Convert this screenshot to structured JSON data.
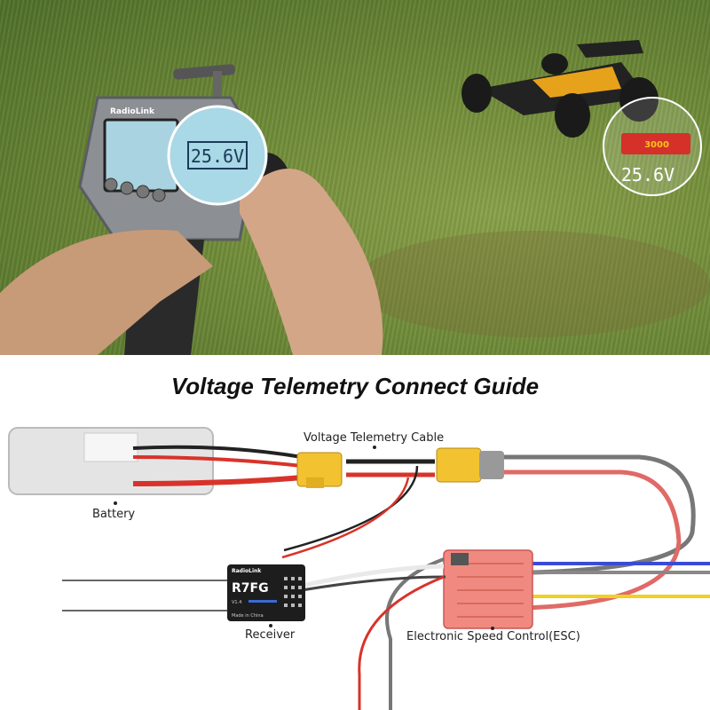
{
  "photo": {
    "transmitter_brand": "RadioLink",
    "transmitter_screen_readout": "25.6V",
    "battery_callout_readout": "25.6V",
    "battery_capacity_label": "3000"
  },
  "guide": {
    "title": "Voltage Telemetry Connect Guide",
    "labels": {
      "cable": "Voltage Telemetry Cable",
      "battery": "Battery",
      "receiver": "Receiver",
      "esc": "Electronic Speed Control(ESC)"
    },
    "receiver": {
      "brand": "RadioLink",
      "model": "R7FG",
      "version": "V1.4",
      "made_in": "Made in China"
    }
  },
  "colors": {
    "wire_red": "#d8332a",
    "wire_black": "#222222",
    "wire_gray": "#777777",
    "wire_blue": "#3b4bd6",
    "wire_yellow": "#f0d020",
    "connector_yellow": "#f2c230",
    "esc_heatsink": "#f08a80"
  }
}
